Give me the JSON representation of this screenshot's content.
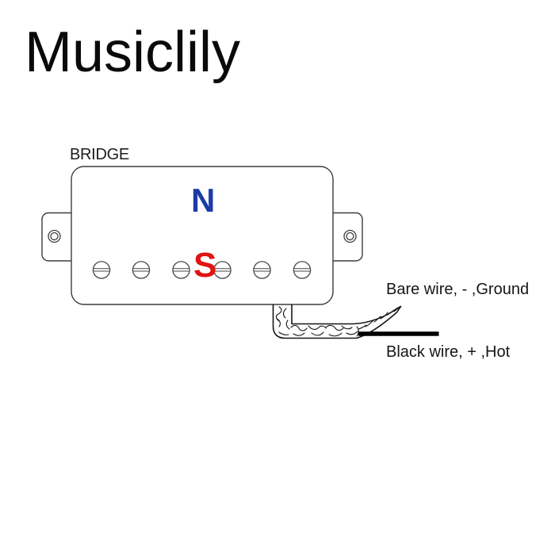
{
  "page": {
    "background_color": "#ffffff"
  },
  "brand": {
    "logo_text": "Musiclily"
  },
  "diagram": {
    "position_label": "BRIDGE",
    "magnet": {
      "north_label": "N",
      "north_color": "#1b3ba5",
      "south_label": "S",
      "south_color": "#e11414"
    },
    "pickup": {
      "type": "humbucker",
      "pole_piece_count": 6,
      "mounting_hole_count": 2,
      "outline_color": "#3d3d3d"
    },
    "wires": {
      "bare_label": "Bare wire, - ,Ground",
      "black_label": "Black wire, + ,Hot",
      "black_wire_color": "#000000",
      "braid_outline_color": "#161616"
    }
  }
}
